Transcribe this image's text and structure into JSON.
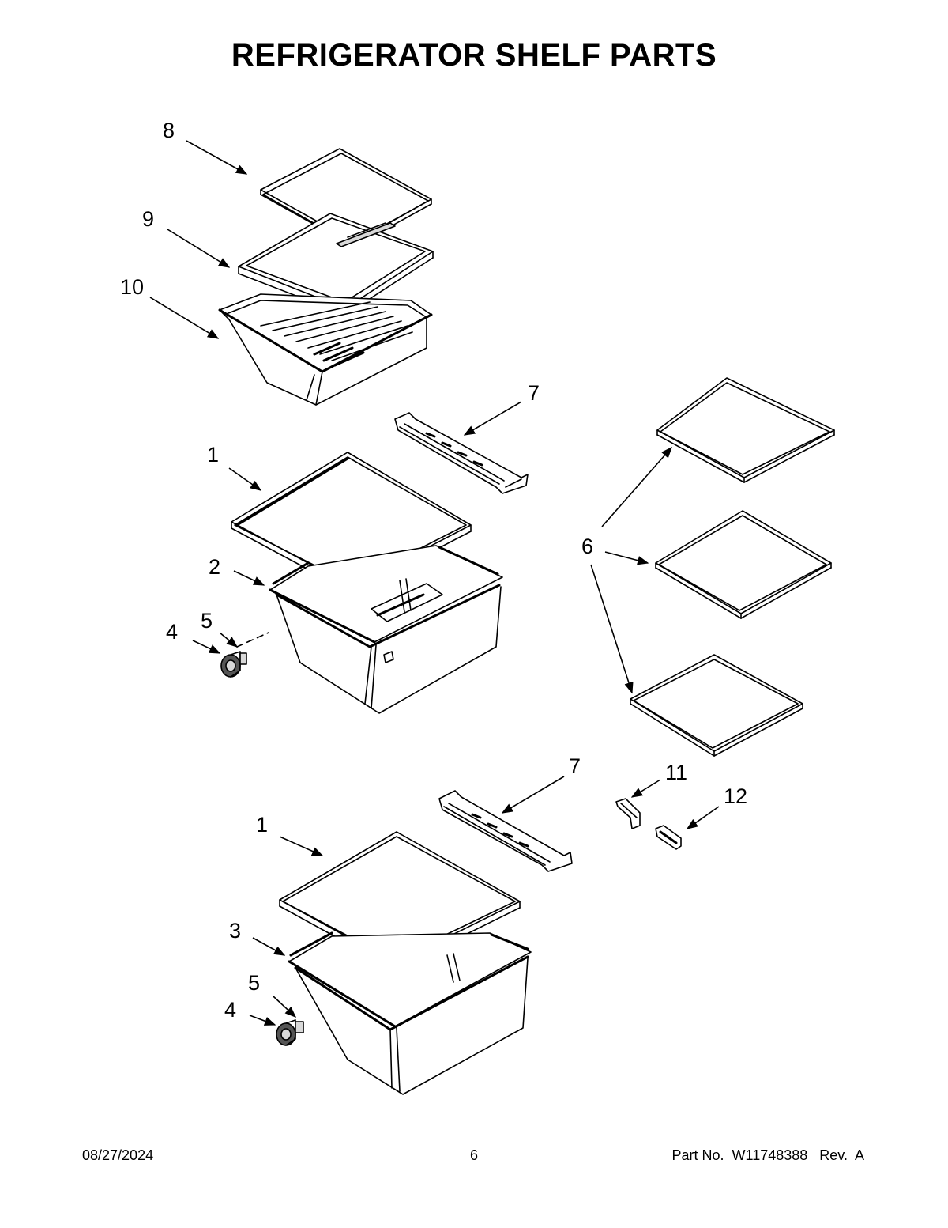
{
  "title": "REFRIGERATOR SHELF PARTS",
  "callouts": [
    {
      "id": "c8",
      "label": "8"
    },
    {
      "id": "c9",
      "label": "9"
    },
    {
      "id": "c10",
      "label": "10"
    },
    {
      "id": "c7a",
      "label": "7"
    },
    {
      "id": "c1a",
      "label": "1"
    },
    {
      "id": "c2",
      "label": "2"
    },
    {
      "id": "c5a",
      "label": "5"
    },
    {
      "id": "c4a",
      "label": "4"
    },
    {
      "id": "c6",
      "label": "6"
    },
    {
      "id": "c7b",
      "label": "7"
    },
    {
      "id": "c11",
      "label": "11"
    },
    {
      "id": "c12",
      "label": "12"
    },
    {
      "id": "c1b",
      "label": "1"
    },
    {
      "id": "c3",
      "label": "3"
    },
    {
      "id": "c5b",
      "label": "5"
    },
    {
      "id": "c4b",
      "label": "4"
    }
  ],
  "footer": {
    "date": "08/27/2024",
    "page": "6",
    "part": "Part No.  W11748388   Rev.  A"
  }
}
